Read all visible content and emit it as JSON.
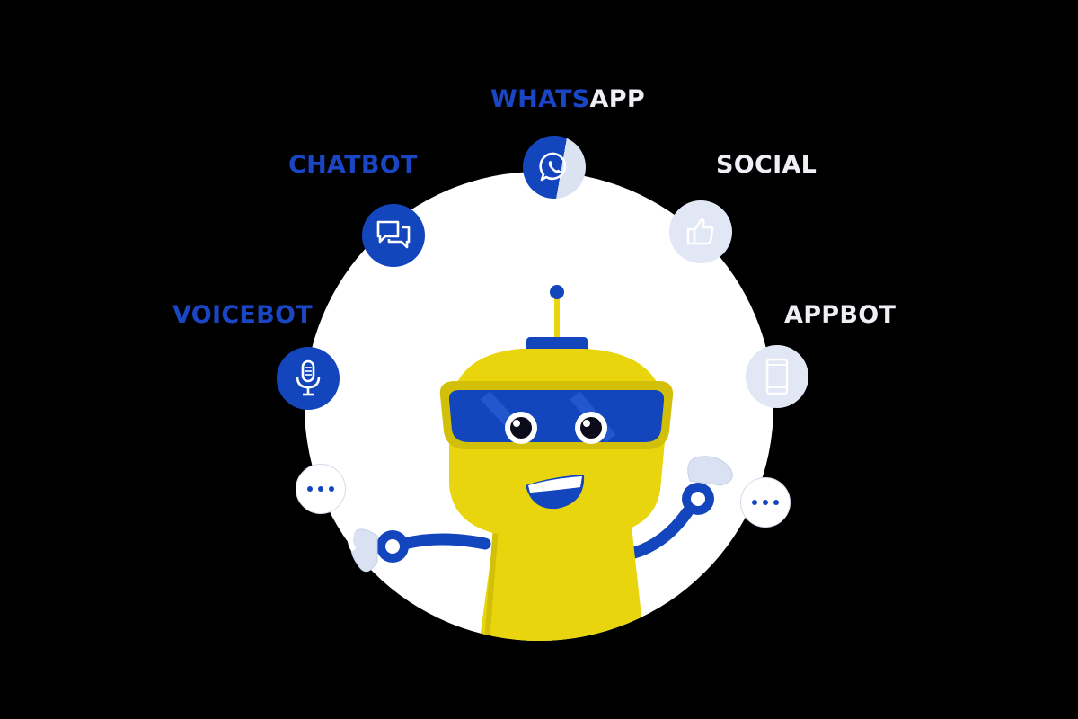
{
  "labels": {
    "whatsapp_blue": "WHATS",
    "whatsapp_white": "APP",
    "chatbot": "CHATBOT",
    "social": "SOCIAL",
    "voicebot": "VOICEBOT",
    "appbot": "APPBOT"
  },
  "colors": {
    "background": "#000000",
    "brand_blue": "#1346bd",
    "label_blue": "#1a46c4",
    "light_node": "#e1e7f4",
    "robot_yellow": "#e8d50e"
  },
  "icons": {
    "whatsapp": "whatsapp-icon",
    "chatbot": "chat-bubbles-icon",
    "social": "thumbs-up-icon",
    "voicebot": "microphone-icon",
    "appbot": "smartphone-icon",
    "more_left": "ellipsis-icon",
    "more_right": "ellipsis-icon"
  }
}
